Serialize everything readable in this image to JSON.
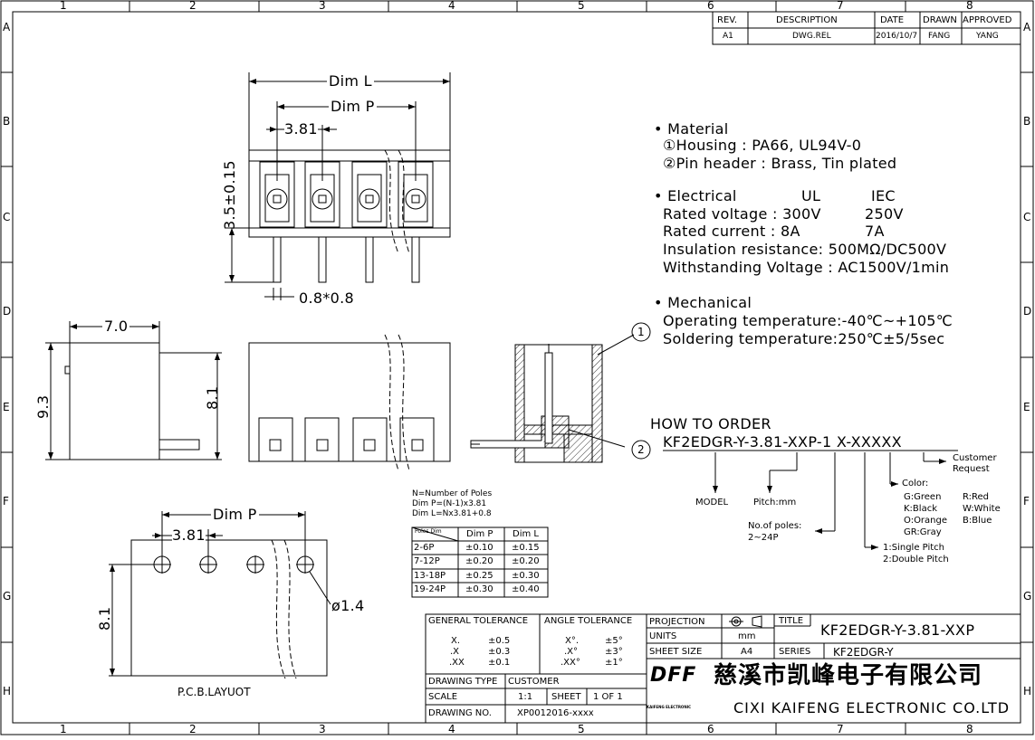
{
  "border": {
    "columns": [
      "1",
      "2",
      "3",
      "4",
      "5",
      "6",
      "7",
      "8"
    ],
    "rows": [
      "A",
      "B",
      "C",
      "D",
      "E",
      "F",
      "G",
      "H"
    ]
  },
  "revision": {
    "headers": [
      "REV.",
      "DESCRIPTION",
      "DATE",
      "DRAWN",
      "APPROVED"
    ],
    "row": [
      "A1",
      "DWG.REL",
      "2016/10/7",
      "FANG",
      "YANG"
    ]
  },
  "dims": {
    "dim_l": "Dim L",
    "dim_p": "Dim P",
    "pitch": "3.81",
    "height": "3.5±0.15",
    "pin": "0.8*0.8",
    "width": "7.0",
    "total_h": "9.3",
    "body_h": "8.1",
    "pcb_pitch": "3.81",
    "pcb_dim_p": "Dim P",
    "pcb_h": "8.1",
    "hole": "ø1.4",
    "pcb_label": "P.C.B.LAYUOT",
    "callout1": "1",
    "callout2": "2"
  },
  "specs": {
    "material_title": "Material",
    "housing": "①Housing : PA66, UL94V-0",
    "pin_header": "②Pin header : Brass, Tin plated",
    "electrical_title": "Electrical",
    "ul": "UL",
    "iec": "IEC",
    "rated_voltage": "Rated voltage : 300V",
    "rated_voltage_iec": "250V",
    "rated_current": "Rated current : 8A",
    "rated_current_iec": "7A",
    "insulation": "Insulation resistance: 500MΩ/DC500V",
    "withstanding": "Withstanding Voltage : AC1500V/1min",
    "mechanical_title": "Mechanical",
    "operating": "Operating temperature:-40℃~+105℃",
    "soldering": "Soldering temperature:250℃±5/5sec"
  },
  "order": {
    "title": "HOW TO ORDER",
    "model_code": "KF2EDGR-Y-3.81-XXP-1 X-XXXXX",
    "model": "MODEL",
    "pitch": "Pitch:mm",
    "poles": "No.of poles:",
    "poles_range": "2~24P",
    "pitch_opt1": "1:Single Pitch",
    "pitch_opt2": "2:Double Pitch",
    "color_title": "Color:",
    "colors": [
      "G:Green",
      "R:Red",
      "K:Black",
      "W:White",
      "O:Orange",
      "B:Blue",
      "GR:Gray"
    ],
    "customer": "Customer",
    "request": "Request"
  },
  "formula": {
    "n": "N=Number of Poles",
    "p": "Dim P=(N-1)x3.81",
    "l": "Dim L=Nx3.81+0.8"
  },
  "tolerance_table": {
    "headers": [
      "Poles Dim",
      "Dim P",
      "Dim L"
    ],
    "rows": [
      [
        "2-6P",
        "±0.10",
        "±0.15"
      ],
      [
        "7-12P",
        "±0.20",
        "±0.20"
      ],
      [
        "13-18P",
        "±0.25",
        "±0.30"
      ],
      [
        "19-24P",
        "±0.30",
        "±0.40"
      ]
    ]
  },
  "title_block": {
    "general_tol": "GENERAL TOLERANCE",
    "angle_tol": "ANGLE TOLERANCE",
    "gen_rows": [
      [
        "X.",
        "±0.5"
      ],
      [
        ".X",
        "±0.3"
      ],
      [
        ".XX",
        "±0.1"
      ]
    ],
    "ang_rows": [
      [
        "X°.",
        "±5°"
      ],
      [
        ".X°",
        "±3°"
      ],
      [
        ".XX°",
        "±1°"
      ]
    ],
    "drawing_type": "DRAWING TYPE",
    "customer": "CUSTOMER",
    "scale": "SCALE",
    "scale_val": "1:1",
    "sheet": "SHEET",
    "sheet_val": "1 OF 1",
    "drawing_no": "DRAWING NO.",
    "drawing_no_val": "XP0012016-xxxx",
    "projection": "PROJECTION",
    "units": "UNITS",
    "units_val": "mm",
    "sheet_size": "SHEET SIZE",
    "sheet_size_val": "A4",
    "title_lbl": "TITLE",
    "title_val": "KF2EDGR-Y-3.81-XXP",
    "series_lbl": "SERIES",
    "series_val": "KF2EDGR-Y",
    "company_cn": "慈溪市凯峰电子有限公司",
    "company_en": "CIXI KAIFENG ELECTRONIC CO.LTD",
    "logo": "DFF",
    "logo_sub": "KAIFENG ELECTRONIC"
  }
}
